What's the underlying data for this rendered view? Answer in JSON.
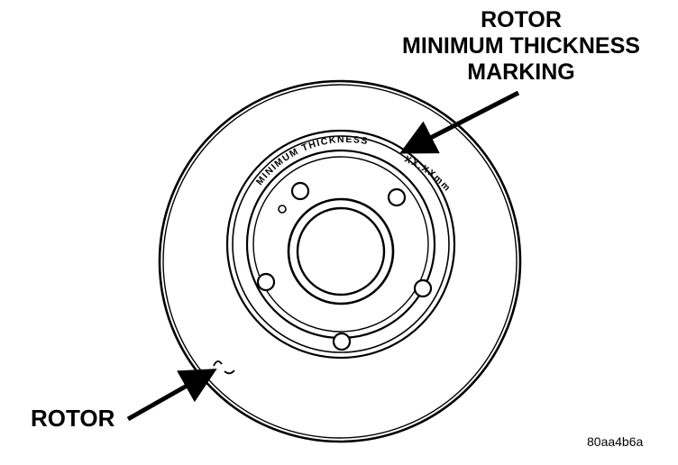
{
  "callouts": {
    "marking": [
      "ROTOR",
      "MINIMUM THICKNESS",
      "MARKING"
    ],
    "rotor": "ROTOR"
  },
  "rotor_face": {
    "engraved_text": "MINIMUM THICKNESS",
    "engraved_value": "XX.XXmm"
  },
  "figure_code": "80aa4b6a"
}
